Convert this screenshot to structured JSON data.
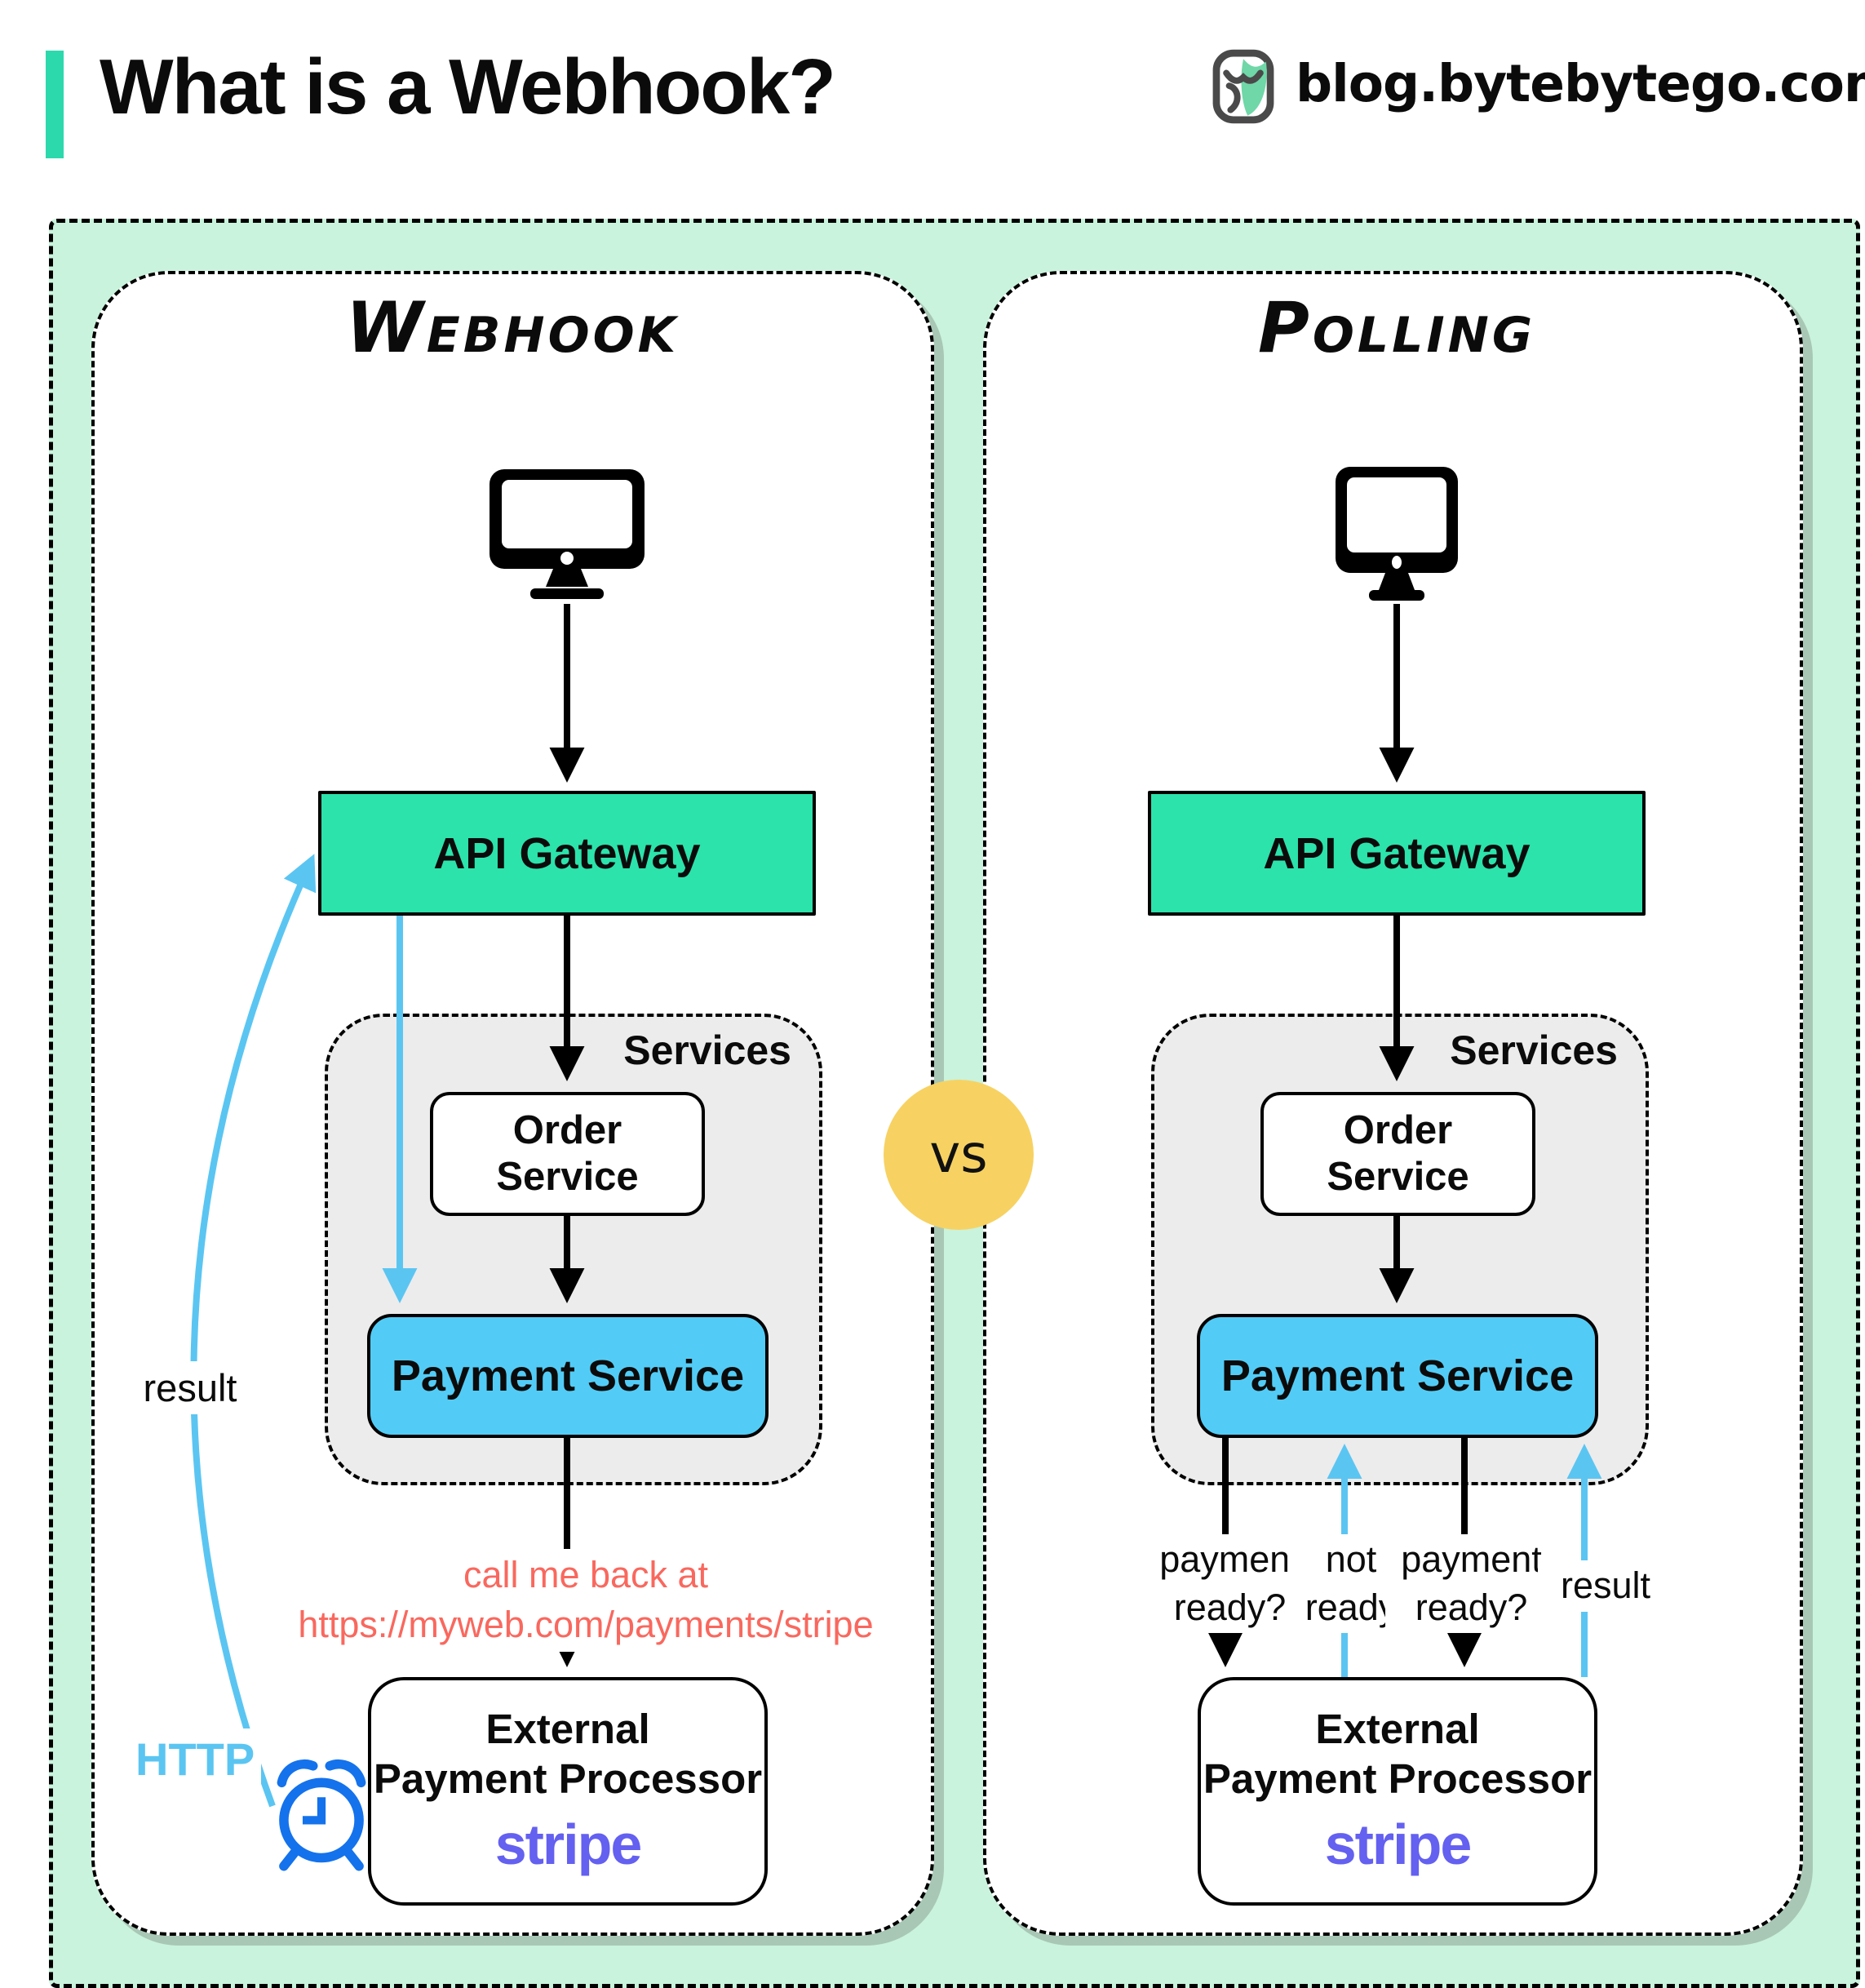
{
  "header": {
    "title": "What is a Webhook?",
    "site": "blog.bytebytego.com"
  },
  "vs_label": "vs",
  "webhook": {
    "title": "Webhook",
    "api_gateway": "API Gateway",
    "services": "Services",
    "order_line1": "Order",
    "order_line2": "Service",
    "payment": "Payment Service",
    "callback_line1": "call me back at",
    "callback_line2": "https://myweb.com/payments/stripe",
    "result": "result",
    "http": "HTTP",
    "external_line1": "External",
    "external_line2": "Payment Processor",
    "stripe": "stripe"
  },
  "polling": {
    "title": "Polling",
    "api_gateway": "API Gateway",
    "services": "Services",
    "order_line1": "Order",
    "order_line2": "Service",
    "payment": "Payment Service",
    "label_q1_line1": "payment",
    "label_q1_line2": "ready?",
    "label_not_line1": "not",
    "label_not_line2": "ready",
    "label_q2_line1": "payment",
    "label_q2_line2": "ready?",
    "label_result": "result",
    "external_line1": "External",
    "external_line2": "Payment Processor",
    "stripe": "stripe"
  },
  "icons": {
    "logo": "bytebytego-logo",
    "monitor": "monitor-icon",
    "clock": "alarm-clock-icon"
  },
  "colors": {
    "mint_background": "#c9f3dc",
    "accent_teal": "#2cd9ac",
    "api_gateway_fill": "#2be3ab",
    "payment_service_fill": "#52ccf6",
    "services_fill": "#ececec",
    "arrow_blue": "#5bc5f2",
    "callback_red": "#f9685e",
    "vs_yellow": "#f7d262",
    "stripe_purple": "#6460f0",
    "clock_blue": "#1472ec",
    "panel_shadow": "#a8c7b5"
  }
}
